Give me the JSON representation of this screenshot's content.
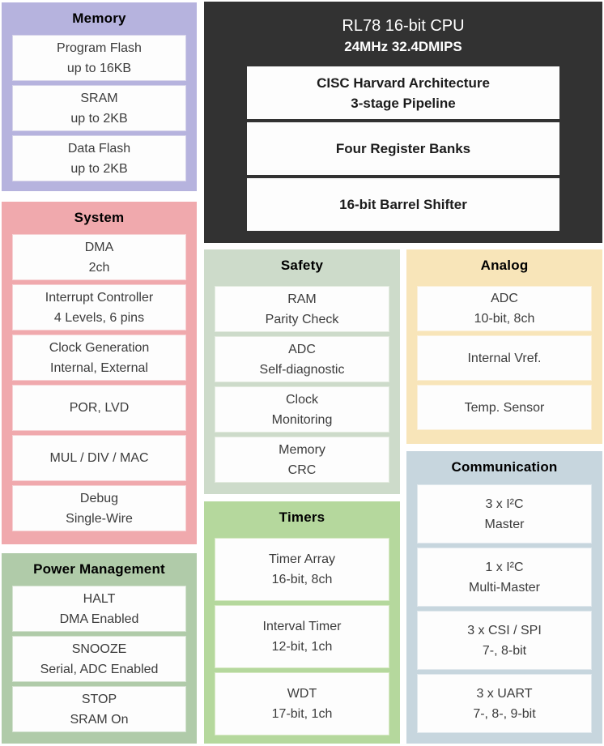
{
  "colors": {
    "cpu_bg": "#323232",
    "memory_bg": "#b6b3de",
    "system_bg": "#f0a9ad",
    "power_bg": "#b0cba9",
    "safety_bg": "#cddbca",
    "timers_bg": "#b5d89d",
    "analog_bg": "#f8e5b9",
    "communication_bg": "#c7d6de",
    "item_bg": "#fdfdfd",
    "item_text": "#3c3c3c",
    "title_text": "#000000",
    "cpu_text": "#ffffff"
  },
  "cpu": {
    "title": "RL78 16-bit CPU",
    "subtitle": "24MHz 32.4DMIPS",
    "items": [
      "CISC Harvard Architecture\n3-stage Pipeline",
      "Four Register Banks",
      "16-bit Barrel Shifter"
    ]
  },
  "memory": {
    "title": "Memory",
    "items": [
      "Program Flash\nup to 16KB",
      "SRAM\nup to 2KB",
      "Data Flash\nup to 2KB"
    ]
  },
  "system": {
    "title": "System",
    "items": [
      "DMA\n2ch",
      "Interrupt Controller\n4 Levels, 6 pins",
      "Clock Generation\nInternal, External",
      "POR, LVD",
      "MUL / DIV / MAC",
      "Debug\nSingle-Wire"
    ]
  },
  "power": {
    "title": "Power Management",
    "items": [
      "HALT\nDMA Enabled",
      "SNOOZE\nSerial, ADC Enabled",
      "STOP\nSRAM On"
    ]
  },
  "safety": {
    "title": "Safety",
    "items": [
      "RAM\nParity Check",
      "ADC\nSelf-diagnostic",
      "Clock\nMonitoring",
      "Memory\nCRC"
    ]
  },
  "timers": {
    "title": "Timers",
    "items": [
      "Timer Array\n16-bit, 8ch",
      "Interval Timer\n12-bit, 1ch",
      "WDT\n17-bit, 1ch"
    ]
  },
  "analog": {
    "title": "Analog",
    "items": [
      "ADC\n10-bit, 8ch",
      "Internal Vref.",
      "Temp. Sensor"
    ]
  },
  "communication": {
    "title": "Communication",
    "items": [
      "3 x I²C\nMaster",
      "1 x I²C\nMulti-Master",
      "3 x CSI / SPI\n7-, 8-bit",
      "3 x UART\n7-, 8-, 9-bit"
    ]
  }
}
